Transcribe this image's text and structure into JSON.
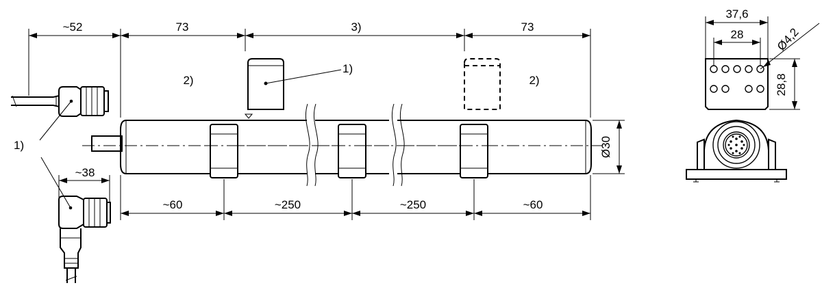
{
  "dimensions": {
    "cable_len_top": "~52",
    "cable_len_bottom": "~38",
    "end_section_left": "73",
    "middle_section": "3)",
    "end_section_right": "73",
    "seg_left": "~60",
    "seg_mid1": "~250",
    "seg_mid2": "~250",
    "seg_right": "~60",
    "diameter": "Ø30",
    "bracket_width": "37,6",
    "hole_spacing": "28",
    "hole_diameter": "Ø4,2",
    "bracket_height": "28,8"
  },
  "notes": {
    "connector_note": "1)",
    "bracket_note": "1)",
    "zone_left": "2)",
    "zone_right": "2)"
  }
}
